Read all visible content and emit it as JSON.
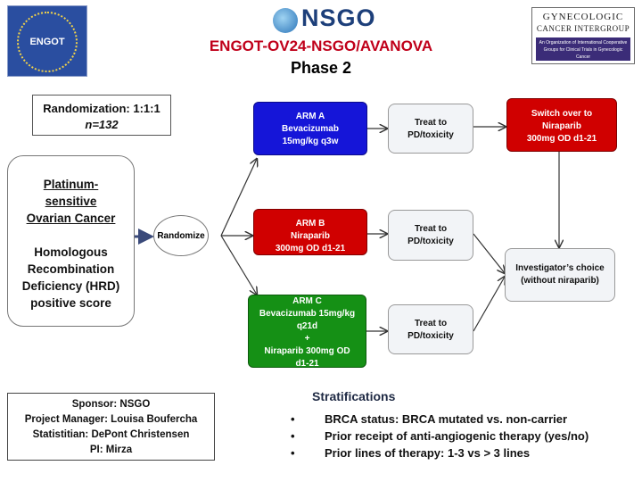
{
  "header": {
    "logo_left": "ENGOT",
    "logo_center": "NSGO",
    "logo_right_line1": "GYNECOLOGIC",
    "logo_right_line2": "CANCER INTERGROUP",
    "logo_right_line3": "An Organization of International Cooperative Groups for Clinical Trials in Gynecologic Cancer",
    "title": "ENGOT-OV24-NSGO/AVANOVA",
    "subtitle": "Phase 2"
  },
  "randomization": {
    "ratio": "Randomization: 1:1:1",
    "n": "n=132"
  },
  "population": {
    "line1": "Platinum-",
    "line2": "sensitive",
    "line3": "Ovarian Cancer",
    "line4": "Homologous",
    "line5": "Recombination",
    "line6": "Deficiency (HRD)",
    "line7": "positive score"
  },
  "randomize_label": "Randomize",
  "arms": {
    "a": {
      "l1": "ARM  A",
      "l2": "Bevacizumab",
      "l3": "15mg/kg q3w"
    },
    "b": {
      "l1": "ARM  B",
      "l2": "Niraparib",
      "l3": "300mg OD d1-21"
    },
    "c": {
      "l1": "ARM  C",
      "l2": "Bevacizumab 15mg/kg",
      "l3": "q21d",
      "l4": "+",
      "l5": "Niraparib 300mg OD",
      "l6": "d1-21"
    }
  },
  "treat": {
    "l1": "Treat to",
    "l2": "PD/toxicity"
  },
  "switch": {
    "l1": "Switch over to",
    "l2": "Niraparib",
    "l3": "300mg OD d1-21"
  },
  "investigator": {
    "l1": "Investigator’s choice",
    "l2": "(without niraparib)"
  },
  "sponsor": {
    "l1": "Sponsor: NSGO",
    "l2": "Project Manager: Louisa Boufercha",
    "l3": "Statistitian: DePont Christensen",
    "l4": "PI: Mirza"
  },
  "stratifications": {
    "title": "Stratifications",
    "items": [
      "BRCA status: BRCA mutated vs. non-carrier",
      "Prior receipt of anti-angiogenic therapy (yes/no)",
      "Prior lines of therapy: 1-3 vs > 3 lines"
    ]
  },
  "colors": {
    "title_red": "#c0001a",
    "arm_a": "#1515d8",
    "arm_b": "#d00000",
    "arm_c": "#159015",
    "switch": "#d00000"
  }
}
